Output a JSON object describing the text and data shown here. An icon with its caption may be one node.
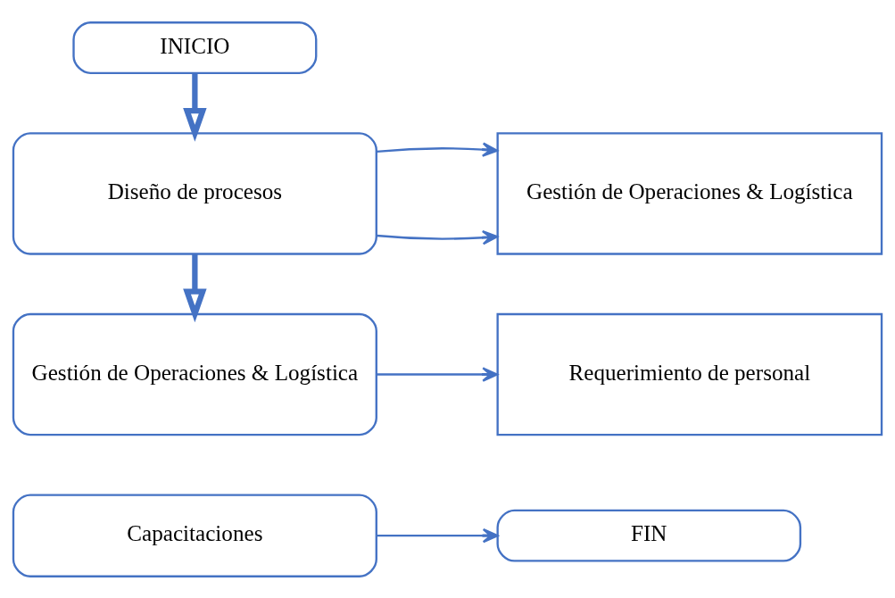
{
  "diagram": {
    "nodes": [
      {
        "text": [
          "INICIO"
        ]
      },
      {
        "text": [
          "Diseño de procesos"
        ]
      },
      {
        "text": [
          "Gestión de Operaciones & Logística"
        ]
      },
      {
        "text": [
          "Gestión de Operaciones & Logística"
        ]
      },
      {
        "text": [
          "Requerimiento de personal"
        ]
      },
      {
        "text": [
          "Capacitaciones"
        ]
      },
      {
        "text": [
          "FIN"
        ]
      }
    ],
    "edges": [
      {
        "from": 0,
        "to": 1,
        "arrow": "to",
        "style": "thick"
      },
      {
        "from": 1,
        "to": 2,
        "arrow": "to"
      },
      {
        "from": 1,
        "to": 2,
        "arrow": "to"
      },
      {
        "from": 1,
        "to": 3,
        "arrow": "to",
        "style": "thick"
      },
      {
        "from": 3,
        "to": 4,
        "arrow": "to"
      },
      {
        "from": 5,
        "to": 6,
        "arrow": "to"
      }
    ]
  }
}
